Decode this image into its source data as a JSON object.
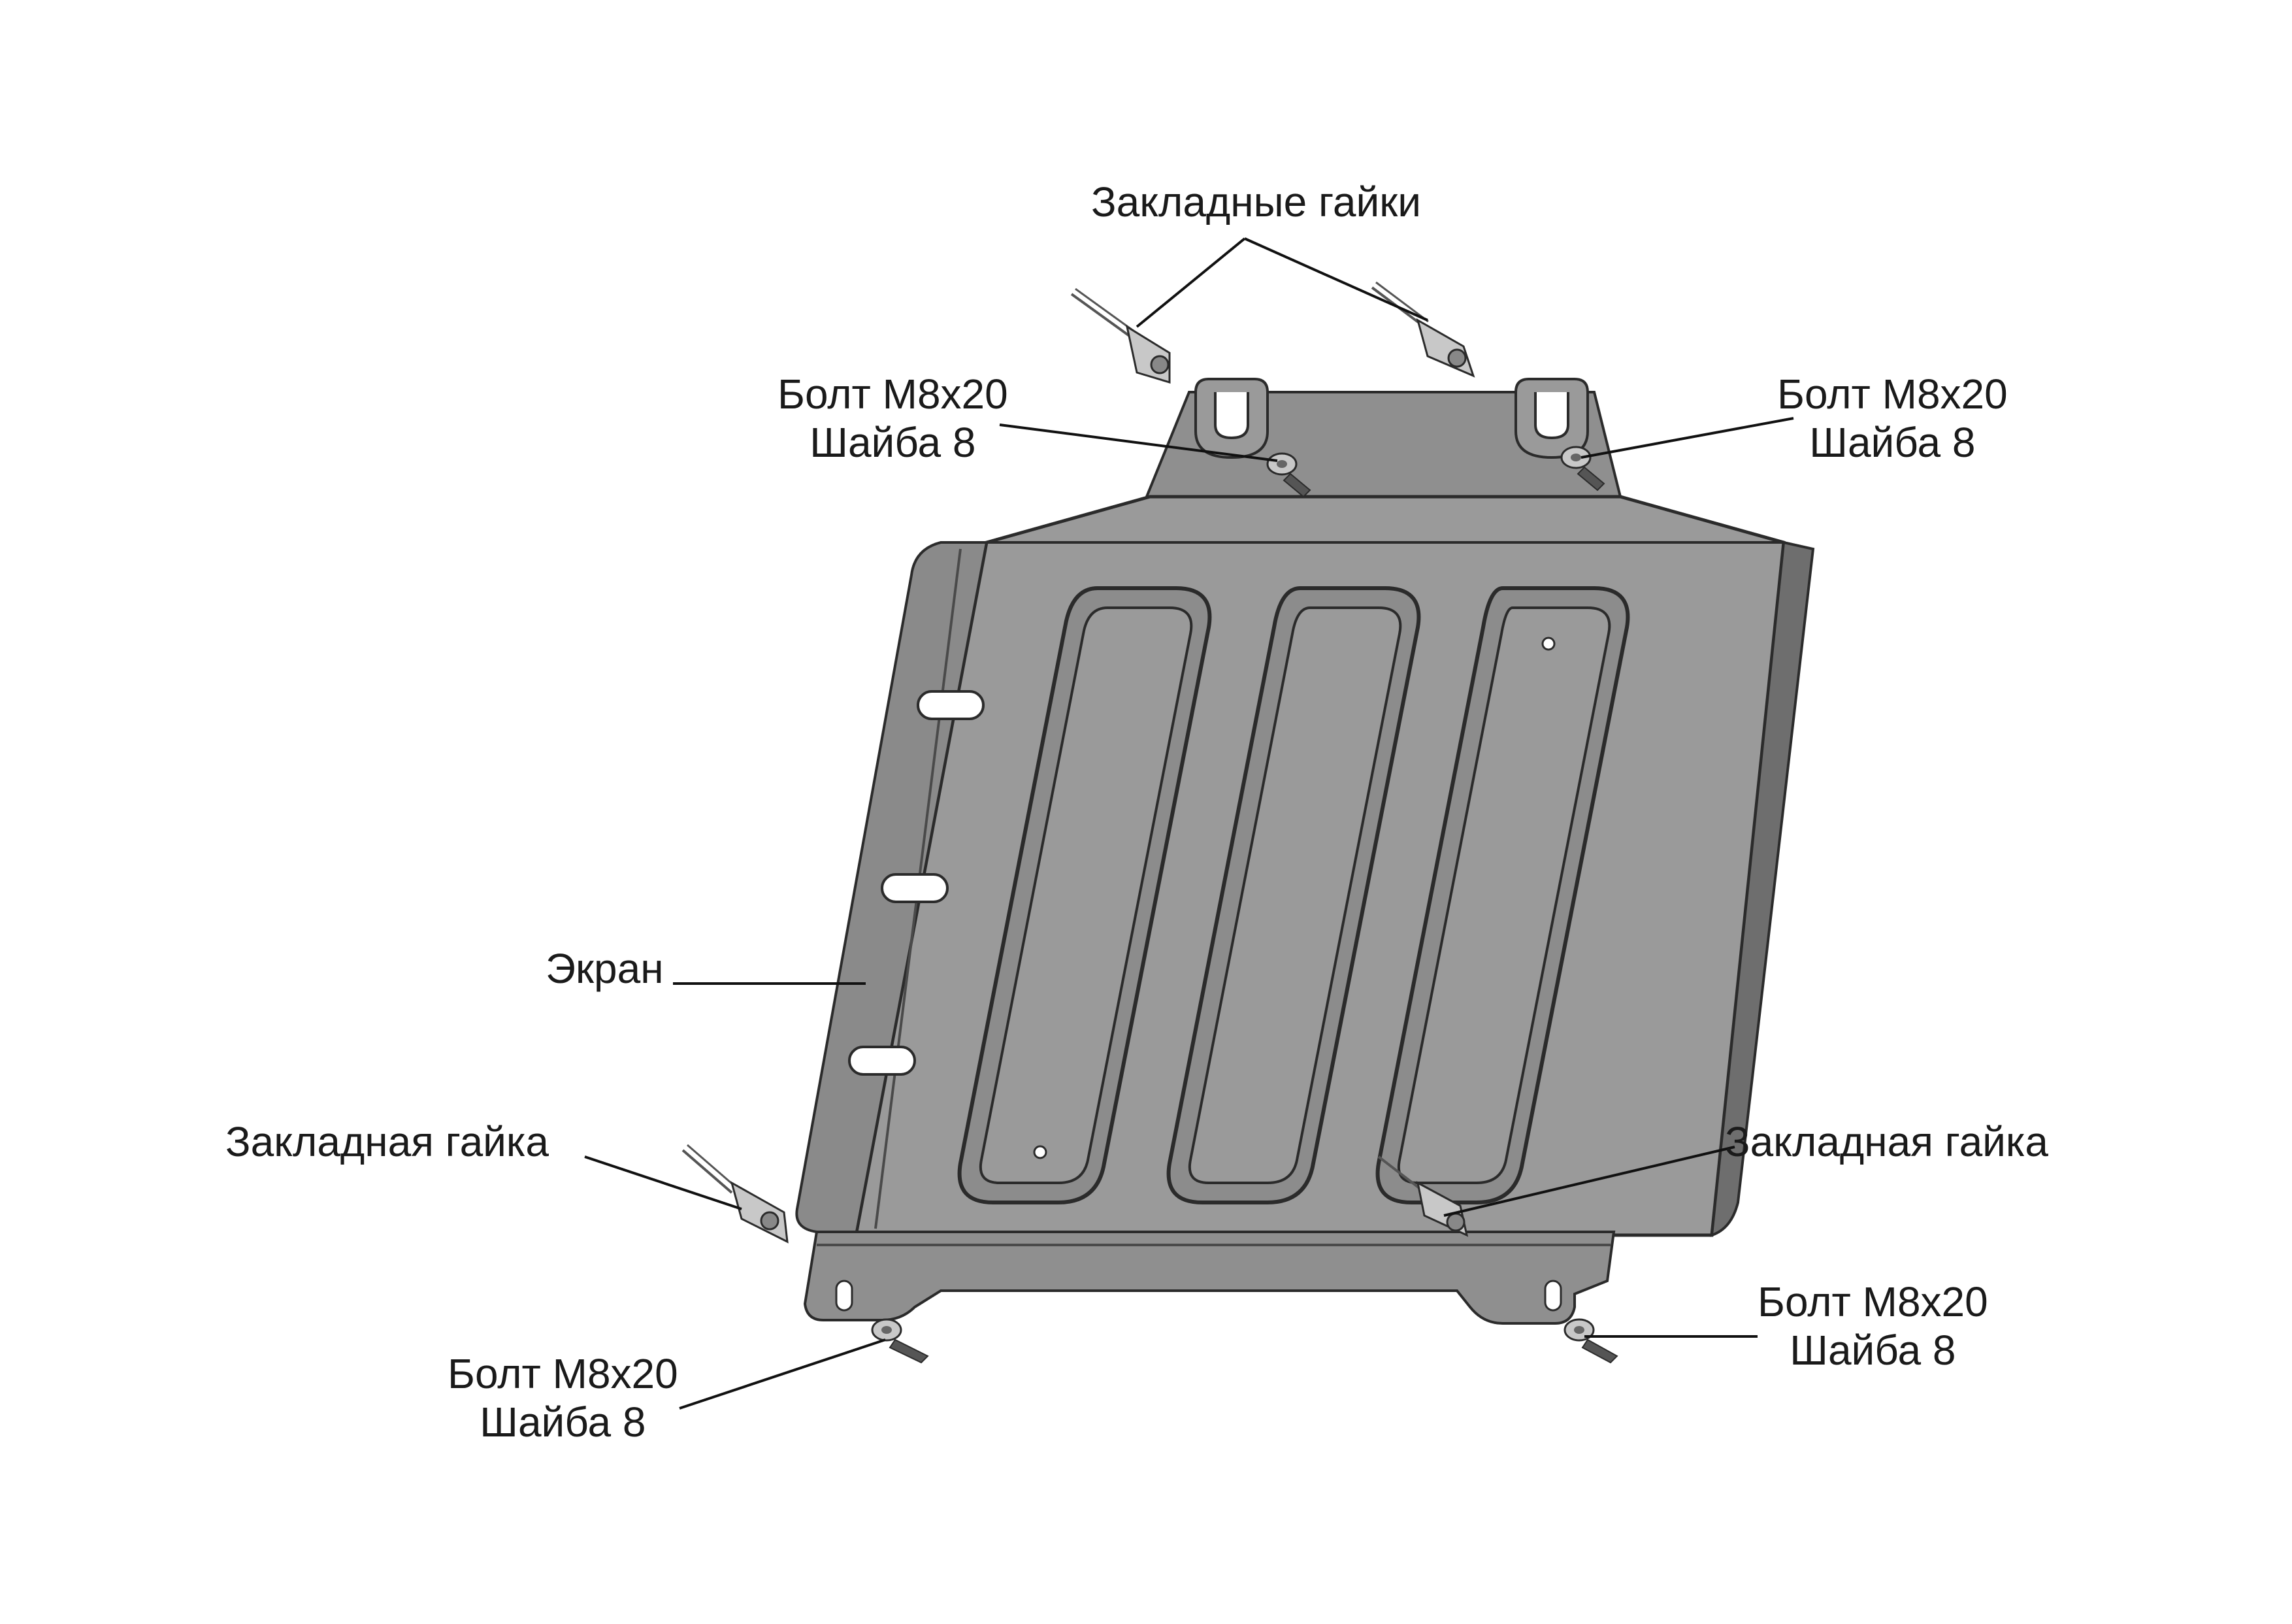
{
  "labels": {
    "top_nuts": "Закладные гайки",
    "bolt_tl": {
      "line1": "Болт М8х20",
      "line2": "Шайба 8"
    },
    "bolt_tr": {
      "line1": "Болт М8х20",
      "line2": "Шайба 8"
    },
    "screen": "Экран",
    "nut_left": "Закладная гайка",
    "nut_right": "Закладная гайка",
    "bolt_bl": {
      "line1": "Болт М8х20",
      "line2": "Шайба 8"
    },
    "bolt_br": {
      "line1": "Болт М8х20",
      "line2": "Шайба 8"
    }
  },
  "colors": {
    "plate": "#9a9a9a",
    "plate_dark": "#7a7a7a",
    "plate_side": "#6e6e6e",
    "outline": "#2b2b2b",
    "leader": "#111111",
    "hardware": "#c8c8c8"
  }
}
